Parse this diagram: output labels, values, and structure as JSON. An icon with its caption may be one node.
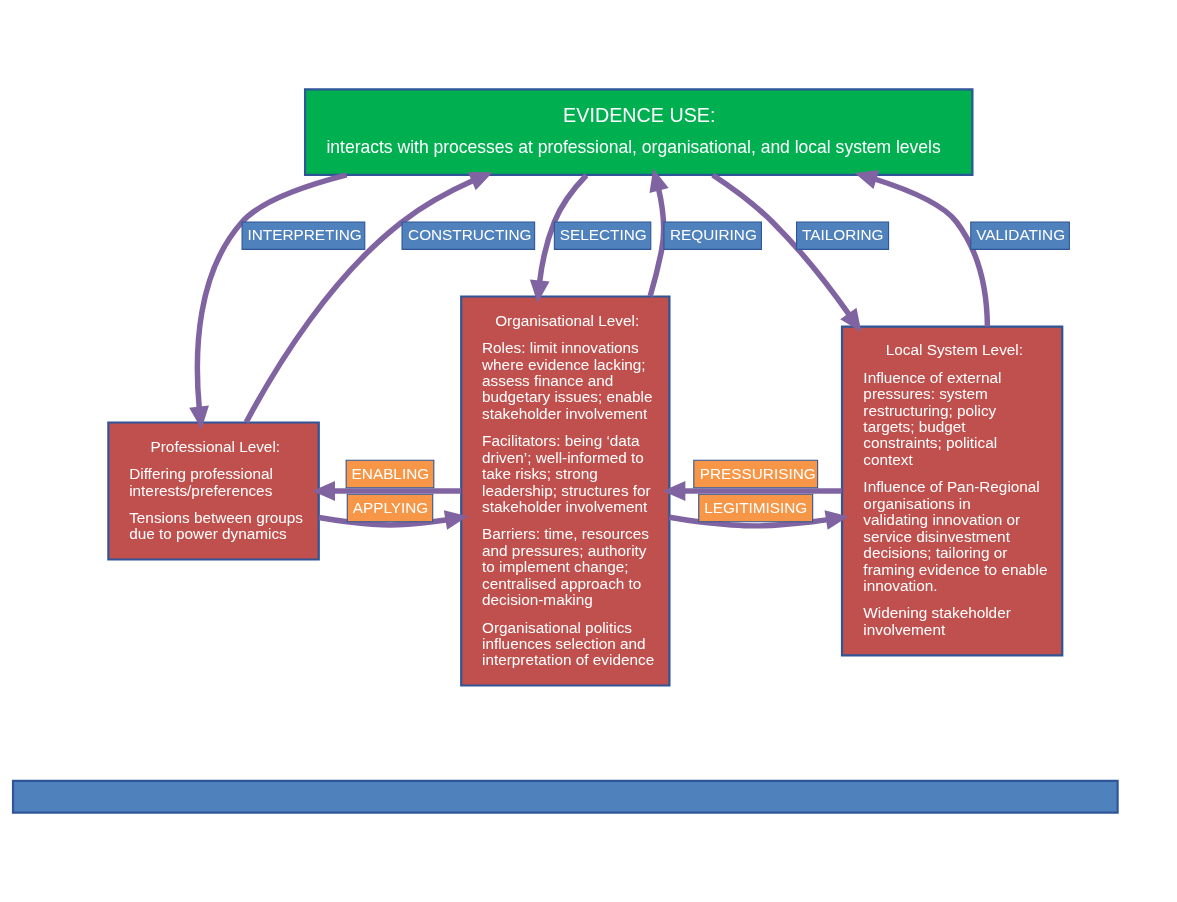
{
  "diagram": {
    "nodes": [
      {
        "text": [
          "EVIDENCE USE:",
          "interacts with processes at professional, organisational, and local system levels"
        ]
      },
      {
        "text": [
          "Professional Level:",
          "Differing professional interests/preferences",
          "Tensions between groups due to power dynamics"
        ]
      },
      {
        "text": [
          "Organisational Level:",
          "Roles: limit innovations where evidence lacking; assess finance and budgetary issues; enable stakeholder involvement",
          "Facilitators: being ‘data driven’; well-informed to take risks; strong leadership; structures for stakeholder involvement",
          "Barriers: time, resources and pressures; authority to implement change; centralised approach to decision-making",
          "Organisational politics influences selection and interpretation of evidence"
        ]
      },
      {
        "text": [
          "Local System Level:",
          "Influence of external pressures: system restructuring; policy targets; budget constraints; political context",
          "Influence of Pan-Regional organisations in validating innovation or service disinvestment decisions; tailoring or framing evidence to enable innovation.",
          "Widening stakeholder involvement"
        ]
      },
      {
        "text": [],
        "shape": "bar"
      }
    ],
    "edges": [
      {
        "from": 1,
        "to": 0,
        "arrow": "to",
        "label": "CONSTRUCTING"
      },
      {
        "from": 0,
        "to": 1,
        "arrow": "to",
        "label": "INTERPRETING"
      },
      {
        "from": 2,
        "to": 0,
        "arrow": "to",
        "label": "REQUIRING"
      },
      {
        "from": 0,
        "to": 2,
        "arrow": "to",
        "label": "SELECTING"
      },
      {
        "from": 3,
        "to": 0,
        "arrow": "to",
        "label": "VALIDATING"
      },
      {
        "from": 0,
        "to": 3,
        "arrow": "to",
        "label": "TAILORING"
      },
      {
        "from": 1,
        "to": 2,
        "arrow": "to",
        "label": "APPLYING"
      },
      {
        "from": 2,
        "to": 3,
        "arrow": "to",
        "label": "LEGITIMISING"
      },
      {
        "from": 3,
        "to": 2,
        "arrow": "to",
        "label": "PRESSURISING"
      },
      {
        "from": 2,
        "to": 1,
        "arrow": "to",
        "label": "ENABLING"
      }
    ]
  }
}
